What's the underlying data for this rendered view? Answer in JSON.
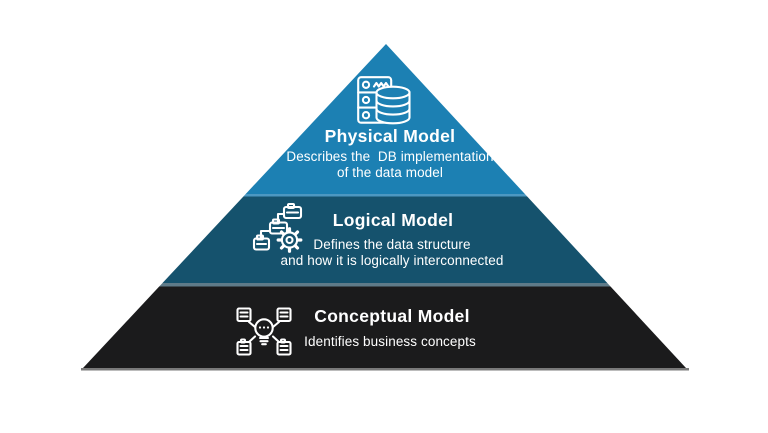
{
  "colors": {
    "background": "#FFFFFF",
    "text": "#FFFFFF",
    "tier_physical": "#1C80B3",
    "tier_logical": "#15526D",
    "tier_conceptual": "#1B1B1C",
    "separator_physical_logical": "#4C98C2",
    "separator_logical_conceptual": "#5F7B89",
    "baseline": "#7A7A7A"
  },
  "tiers": [
    {
      "id": "physical",
      "title": "Physical Model",
      "description_lines": [
        "Describes the  DB implementation",
        "of the data model"
      ],
      "icon": "server-database-icon"
    },
    {
      "id": "logical",
      "title": "Logical Model",
      "description_lines": [
        "Defines the data structure",
        "and how it is logically interconnected"
      ],
      "icon": "entity-diagram-gear-icon"
    },
    {
      "id": "conceptual",
      "title": "Conceptual Model",
      "description_lines": [
        "Identifies business concepts"
      ],
      "icon": "lightbulb-network-icon"
    }
  ]
}
